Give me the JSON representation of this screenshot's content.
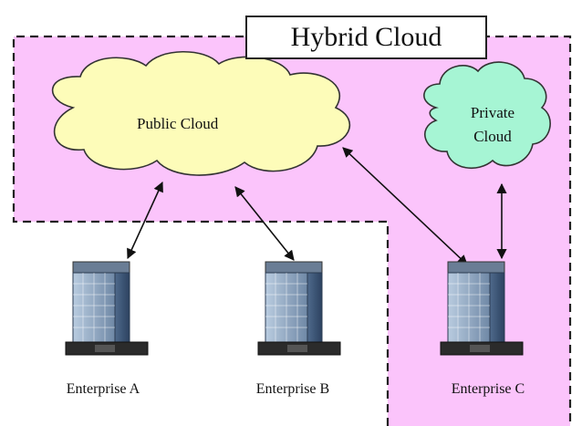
{
  "diagram": {
    "title": "Hybrid Cloud",
    "clouds": {
      "public": {
        "label": "Public Cloud",
        "color": "#fdfcb9"
      },
      "private": {
        "label_line1": "Private",
        "label_line2": "Cloud",
        "color": "#a6f5d4"
      }
    },
    "region_color": "#fbc4fb",
    "enterprises": [
      {
        "label": "Enterprise A"
      },
      {
        "label": "Enterprise B"
      },
      {
        "label": "Enterprise C"
      }
    ]
  }
}
